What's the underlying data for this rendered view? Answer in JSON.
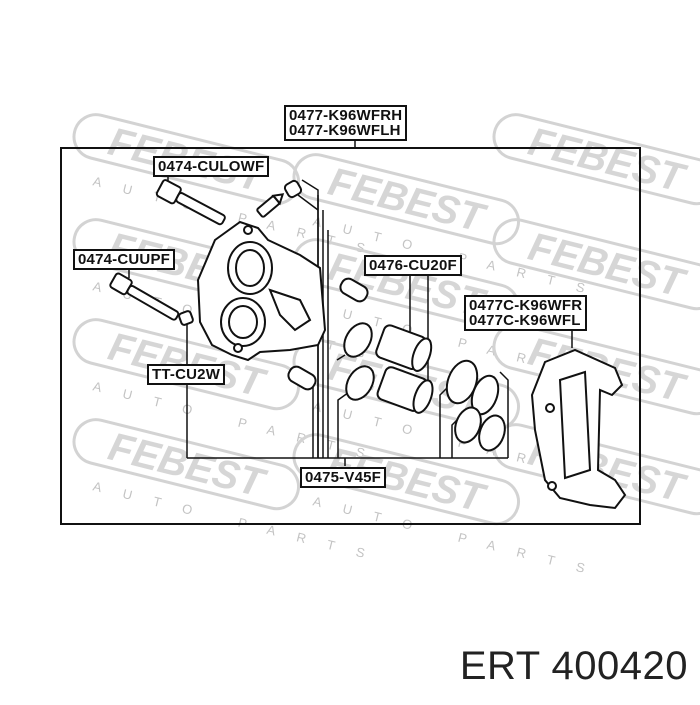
{
  "diagram": {
    "title": "Brake caliper exploded view",
    "watermark": {
      "brand": "FEBEST",
      "tagline": "AUTO PARTS",
      "color": "#c8c8c8"
    },
    "labels": {
      "caliper_assembly": {
        "line1": "0477-K96WFRH",
        "line2": "0477-K96WFLH"
      },
      "upper_pin": "0474-CULOWF",
      "lower_pin": "0474-CUUPF",
      "pin_boot": "TT-CU2W",
      "piston": "0476-CU20F",
      "bracket": {
        "line1": "0477C-K96WFR",
        "line2": "0477C-K96WFL"
      },
      "repair_kit": "0475-V45F"
    },
    "colors": {
      "line": "#111111",
      "background": "#ffffff"
    }
  },
  "footer": {
    "part_code": "ERT 400420"
  }
}
